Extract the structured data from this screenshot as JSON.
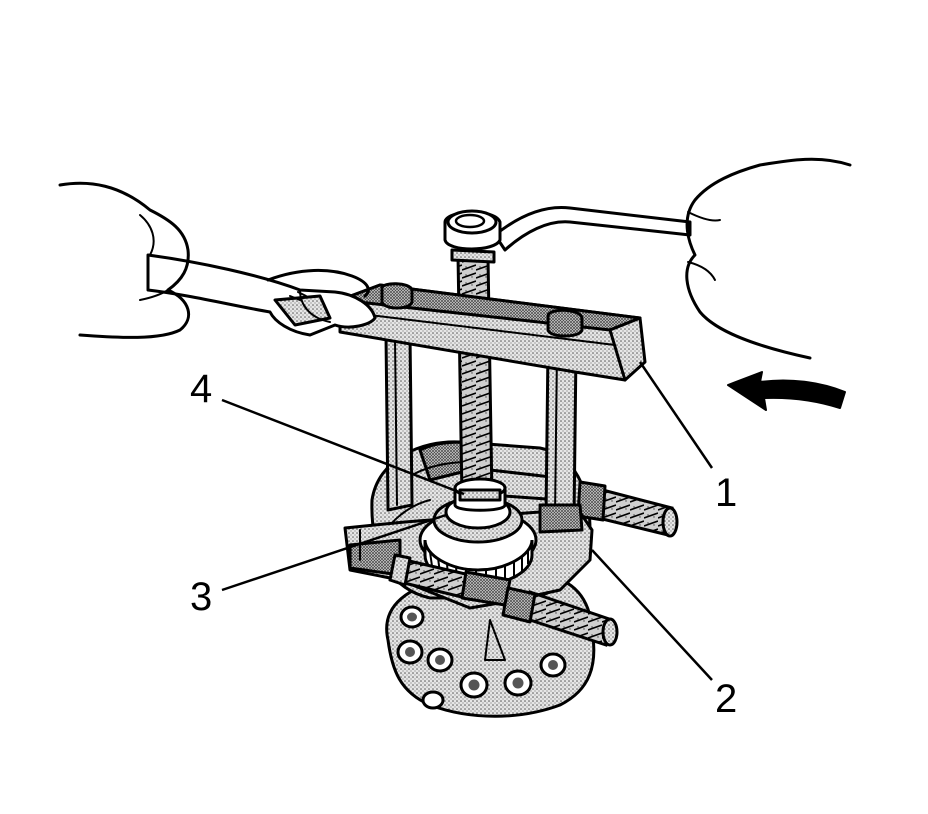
{
  "callouts": [
    {
      "id": "1",
      "label": "1"
    },
    {
      "id": "2",
      "label": "2"
    },
    {
      "id": "3",
      "label": "3"
    },
    {
      "id": "4",
      "label": "4"
    }
  ],
  "colors": {
    "ink": "#000000",
    "background": "#ffffff",
    "stipple": "#9a9a9a"
  },
  "icons": [
    "rotation-arrow-icon"
  ]
}
